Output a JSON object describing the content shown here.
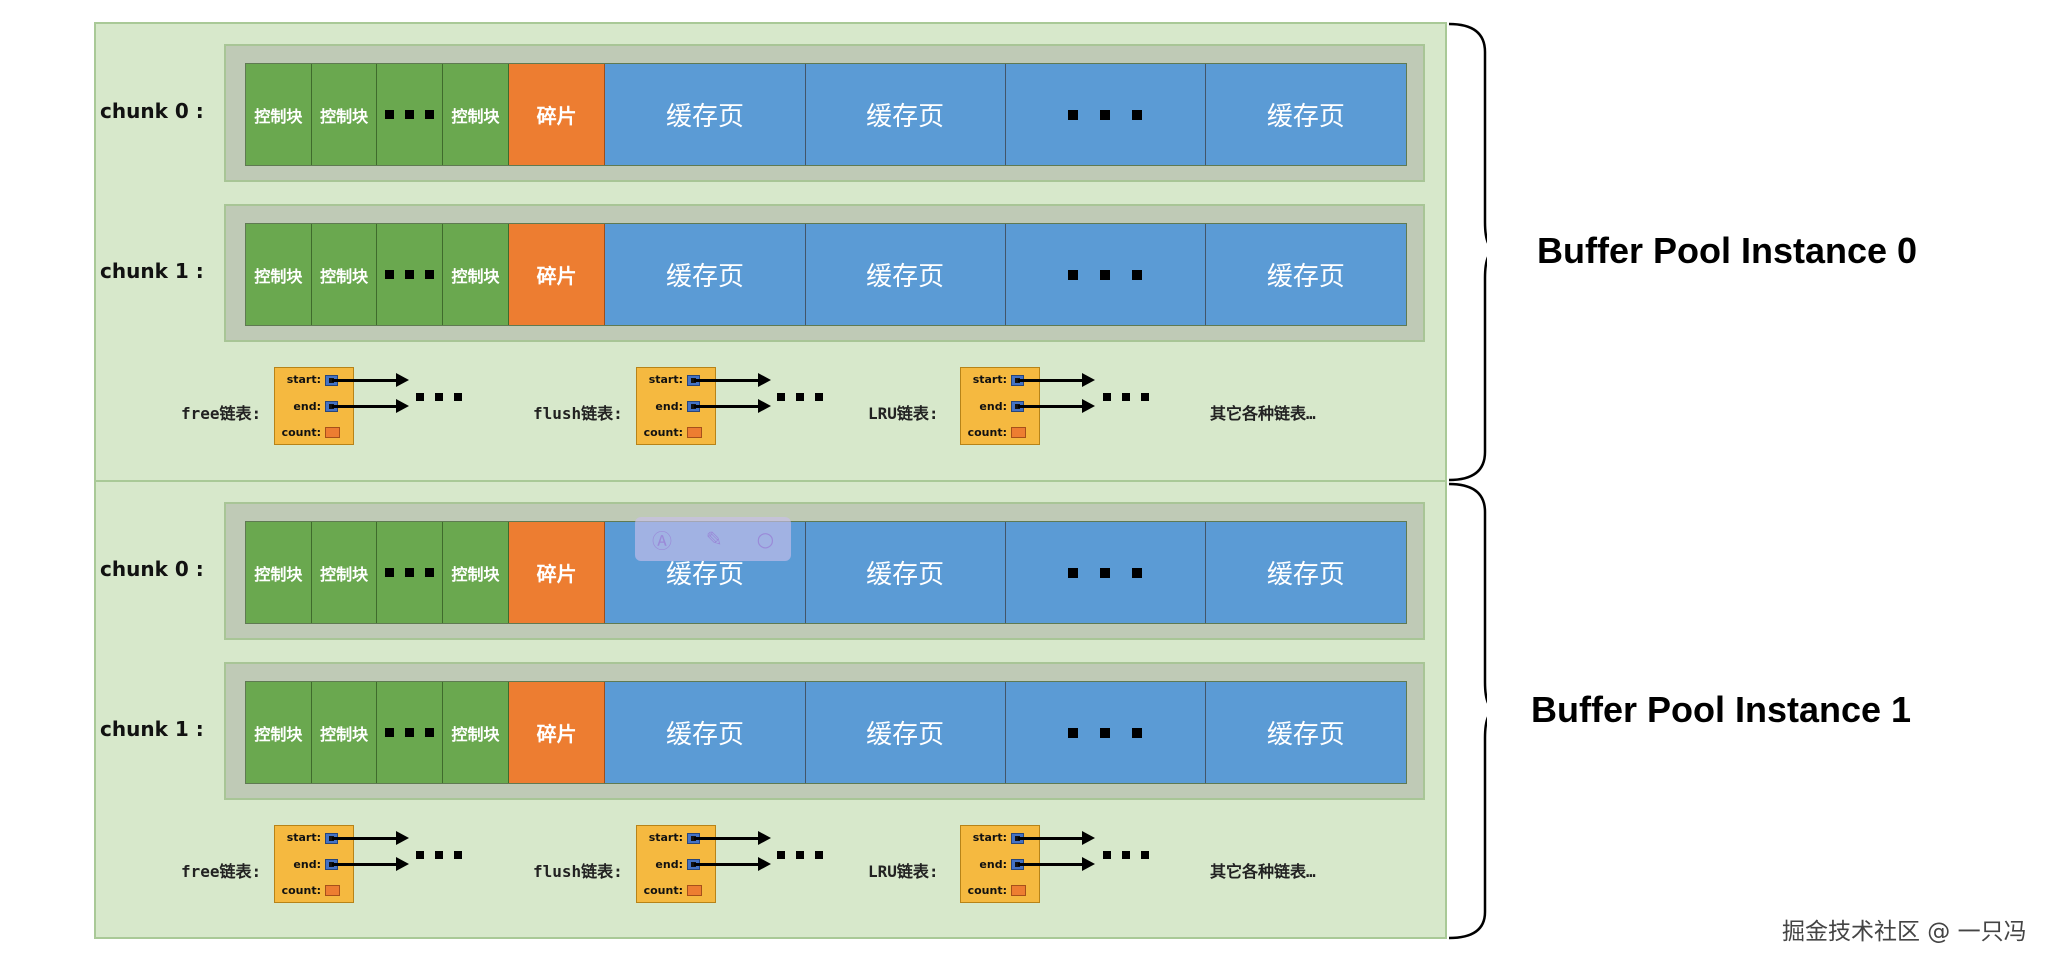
{
  "labels": {
    "ctrl": "控制块",
    "frag": "碎片",
    "page": "缓存页",
    "start": "start:",
    "end": "end:",
    "count": "count:",
    "free": "free链表:",
    "flush": "flush链表:",
    "lru": "LRU链表:",
    "other": "其它各种链表…"
  },
  "instances": [
    {
      "title": "Buffer Pool Instance 0",
      "chunks": [
        {
          "label": "chunk 0 :"
        },
        {
          "label": "chunk 1 :"
        }
      ]
    },
    {
      "title": "Buffer Pool Instance 1",
      "chunks": [
        {
          "label": "chunk 0 :"
        },
        {
          "label": "chunk 1 :"
        }
      ]
    }
  ],
  "overlay": {
    "icons": [
      "ai-icon",
      "magic-wand-icon",
      "search-icon"
    ]
  },
  "watermark": "掘金技术社区 @ 一只冯",
  "colors": {
    "control_block": "#6aa84f",
    "fragment": "#ed7d31",
    "cache_page": "#5b9bd5",
    "list_box": "#f5b940",
    "instance_bg": "#d7e8cb"
  }
}
